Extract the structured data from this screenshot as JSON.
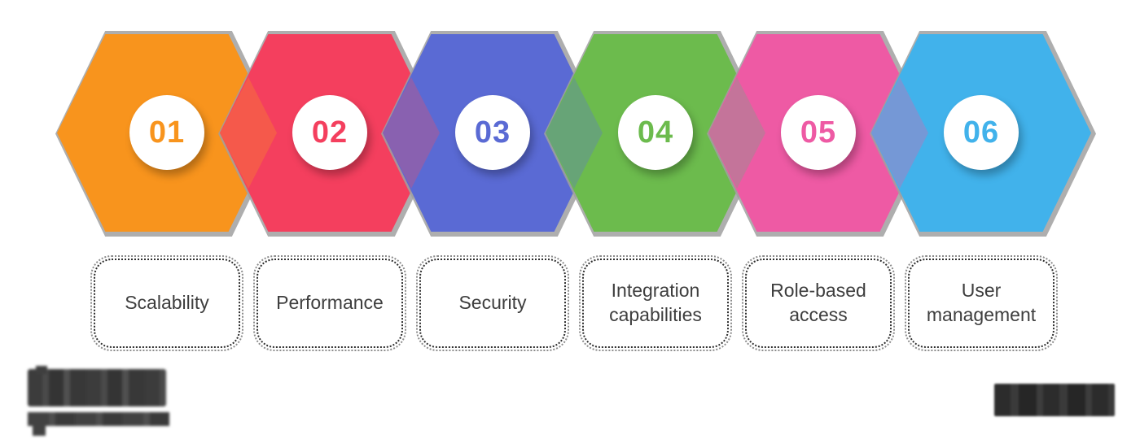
{
  "background_color": "#ffffff",
  "steps": [
    {
      "number": "01",
      "label": "Scalability",
      "color": "#F8941D"
    },
    {
      "number": "02",
      "label": "Performance",
      "color": "#F43F5E"
    },
    {
      "number": "03",
      "label": "Security",
      "color": "#5A6AD4"
    },
    {
      "number": "04",
      "label": "Integration capabilities",
      "color": "#6CBB4D"
    },
    {
      "number": "05",
      "label": "Role-based access",
      "color": "#EE5AA4"
    },
    {
      "number": "06",
      "label": "User management",
      "color": "#41B2EB"
    }
  ],
  "junction_overlap_colors": [
    "#F5594B",
    "#8961B0",
    "#67A477",
    "#C4749A",
    "#7598D6"
  ],
  "hexagon_shadow_color": "#a0a0a0",
  "card_text_color": "#3E3E3E",
  "watermarks": {
    "bottom_left": "redacted-blurred-logo",
    "bottom_right": "redacted-blurred-logo"
  }
}
